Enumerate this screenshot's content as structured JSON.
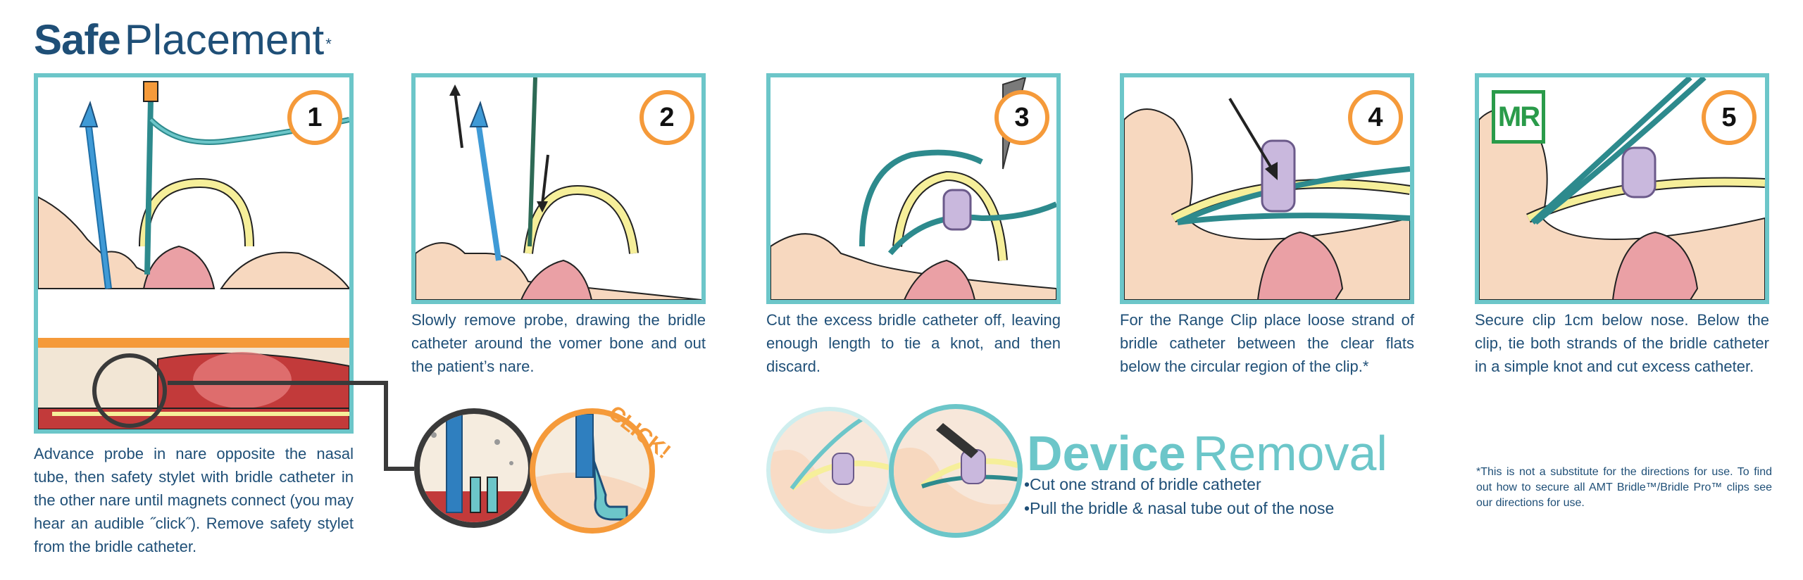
{
  "header": {
    "title_bold": "Safe",
    "title_light": "Placement",
    "title_mark": "*"
  },
  "steps": [
    {
      "number": "1",
      "text": "Advance probe in nare opposite the nasal tube, then safety stylet with bridle catheter in the other nare until magnets connect (you may hear an audible ˝click˝). Remove safety stylet from the bridle catheter."
    },
    {
      "number": "2",
      "text": "Slowly remove probe, drawing the bridle catheter around the vomer bone and out the patient’s nare."
    },
    {
      "number": "3",
      "text": "Cut the excess bridle catheter off, leaving enough length to tie a knot, and then discard."
    },
    {
      "number": "4",
      "text": "For the Range Clip place loose strand of bridle catheter between the clear flats below the circular region of the clip.*"
    },
    {
      "number": "5",
      "text": "Secure clip 1cm below nose. Below the clip, tie both strands of the bridle catheter in a simple knot and cut excess catheter."
    }
  ],
  "badges": {
    "mr": "MR"
  },
  "zoom_callout": {
    "sound_label": "CLICK!"
  },
  "device_removal": {
    "title_bold": "Device",
    "title_light": "Removal",
    "bullets": [
      "•Cut one strand of bridle catheter",
      "•Pull the bridle & nasal tube out of the nose"
    ]
  },
  "footnote": "*This is not a substitute for the directions for use. To find out how to secure all AMT Bridle™/Bridle Pro™ clips see our directions for use.",
  "colors": {
    "navy": "#1f4f77",
    "teal": "#6cc6c9",
    "orange": "#f59a3a",
    "green": "#2a9b4a",
    "skin": "#f7d8bf",
    "catheter_yellow": "#f6ef9a",
    "clip_lavender": "#c9b8dd"
  }
}
